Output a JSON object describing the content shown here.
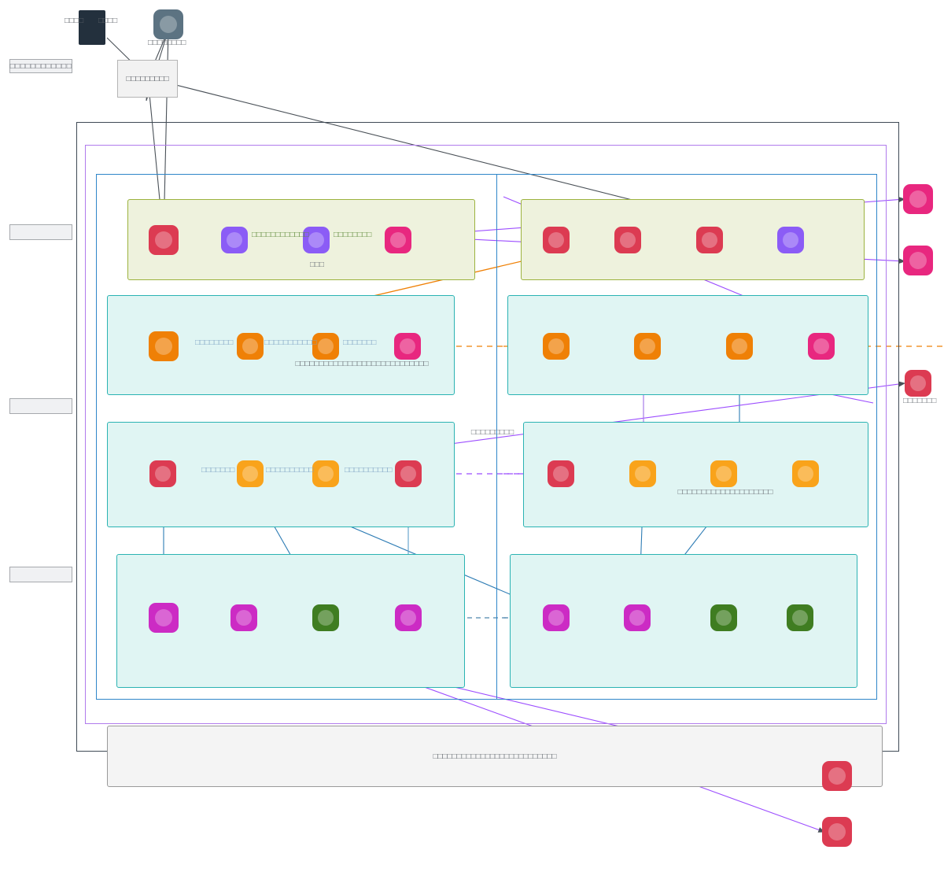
{
  "diagram": {
    "title_hidden": true,
    "legend_top": {
      "dark_rect_label_left": "□□□□",
      "dark_rect_label_right": "□□□□",
      "slate_node_label": "□□□□□□□□",
      "gray_box_label": "□□□□□□□□□"
    },
    "side_chips": [
      {
        "name": "chip-top",
        "text": "□□□□□□□□□□□□"
      },
      {
        "name": "chip-second",
        "text": ""
      },
      {
        "name": "chip-third",
        "text": ""
      },
      {
        "name": "chip-fourth",
        "text": ""
      }
    ],
    "center_label": "□□□□□□□□□",
    "footer_label": "□□□□□□□□□□□□□□□□□□□□□□□□□□",
    "right_floating_label": "□□□□□□□",
    "edge_labels": {
      "row1_left_a": "□□□□□□□□□□□□",
      "row1_left_b": "□□□□□□□□",
      "row1_left_sub": "□□□",
      "row2_left_a": "□□□□□□□□",
      "row2_left_b": "□□□□□□□□□□□",
      "row2_left_c": "□□□□□□□",
      "row2_left_sub": "□□□□□□□□□□□□□□□□□□□□□□□□□□□□",
      "row3_left_a": "□□□□□□□",
      "row3_left_b": "□□□□□□□□□□",
      "row3_left_c": "□□□□□□□□□□",
      "row3_right_sub": "□□□□□□□□□□□□□□□□□□□□"
    },
    "colors": {
      "red": "#dc3b52",
      "purple": "#8b5cf6",
      "pink": "#e8277f",
      "orange": "#ef8006",
      "orange_light": "#f9a31b",
      "magenta": "#cc2bc4",
      "green": "#3f7d21",
      "slate": "#5c7382",
      "dark": "#23303d",
      "frame_outer": "#3f4a55",
      "frame_purple": "#b07bec",
      "frame_blue": "#2f86c9",
      "panel_olive_bg": "#eef2dd",
      "panel_olive_border": "#9cb33f",
      "panel_cyan_bg": "#e0f5f3",
      "panel_cyan_border": "#2bb3b3",
      "edge_gray": "#4a5158",
      "edge_orange": "#ef8006",
      "edge_purple": "#9c4dff",
      "edge_blue": "#2f7db5",
      "edge_steel": "#4f87ae"
    },
    "nodes": {
      "legend_slate": {
        "glyph": "□"
      },
      "row1_left": [
        {
          "color": "red",
          "glyph": ""
        },
        {
          "color": "purple",
          "glyph": "□"
        },
        {
          "color": "purple",
          "glyph": ""
        },
        {
          "color": "pink",
          "glyph": "□"
        }
      ],
      "row1_right": [
        {
          "color": "red",
          "glyph": "□"
        },
        {
          "color": "red",
          "glyph": ""
        },
        {
          "color": "red",
          "glyph": ""
        },
        {
          "color": "purple",
          "glyph": ""
        }
      ],
      "row2_left": [
        {
          "color": "orange",
          "glyph": "□"
        },
        {
          "color": "orange",
          "glyph": "□"
        },
        {
          "color": "orange",
          "glyph": ""
        },
        {
          "color": "pink",
          "glyph": ""
        }
      ],
      "row2_right": [
        {
          "color": "orange",
          "glyph": "□"
        },
        {
          "color": "orange",
          "glyph": ""
        },
        {
          "color": "orange",
          "glyph": ""
        },
        {
          "color": "pink",
          "glyph": "□"
        }
      ],
      "row3_left": [
        {
          "color": "red",
          "glyph": "□"
        },
        {
          "color": "orange_light",
          "glyph": ""
        },
        {
          "color": "orange_light",
          "glyph": ""
        },
        {
          "color": "red",
          "glyph": ""
        }
      ],
      "row3_right": [
        {
          "color": "red",
          "glyph": ""
        },
        {
          "color": "orange_light",
          "glyph": ""
        },
        {
          "color": "orange_light",
          "glyph": ""
        },
        {
          "color": "orange_light",
          "glyph": "□"
        }
      ],
      "row4_left": [
        {
          "color": "magenta",
          "glyph": "□"
        },
        {
          "color": "magenta",
          "glyph": "□"
        },
        {
          "color": "green",
          "glyph": ""
        },
        {
          "color": "magenta",
          "glyph": ""
        }
      ],
      "row4_right": [
        {
          "color": "magenta",
          "glyph": "□"
        },
        {
          "color": "magenta",
          "glyph": "□"
        },
        {
          "color": "green",
          "glyph": ""
        },
        {
          "color": "green",
          "glyph": ""
        }
      ],
      "floating_right": [
        {
          "color": "pink",
          "glyph": ""
        },
        {
          "color": "pink",
          "glyph": "□"
        },
        {
          "color": "red",
          "glyph": ""
        }
      ],
      "floating_bottom": [
        {
          "color": "red",
          "glyph": "□"
        },
        {
          "color": "red",
          "glyph": ""
        }
      ]
    }
  }
}
